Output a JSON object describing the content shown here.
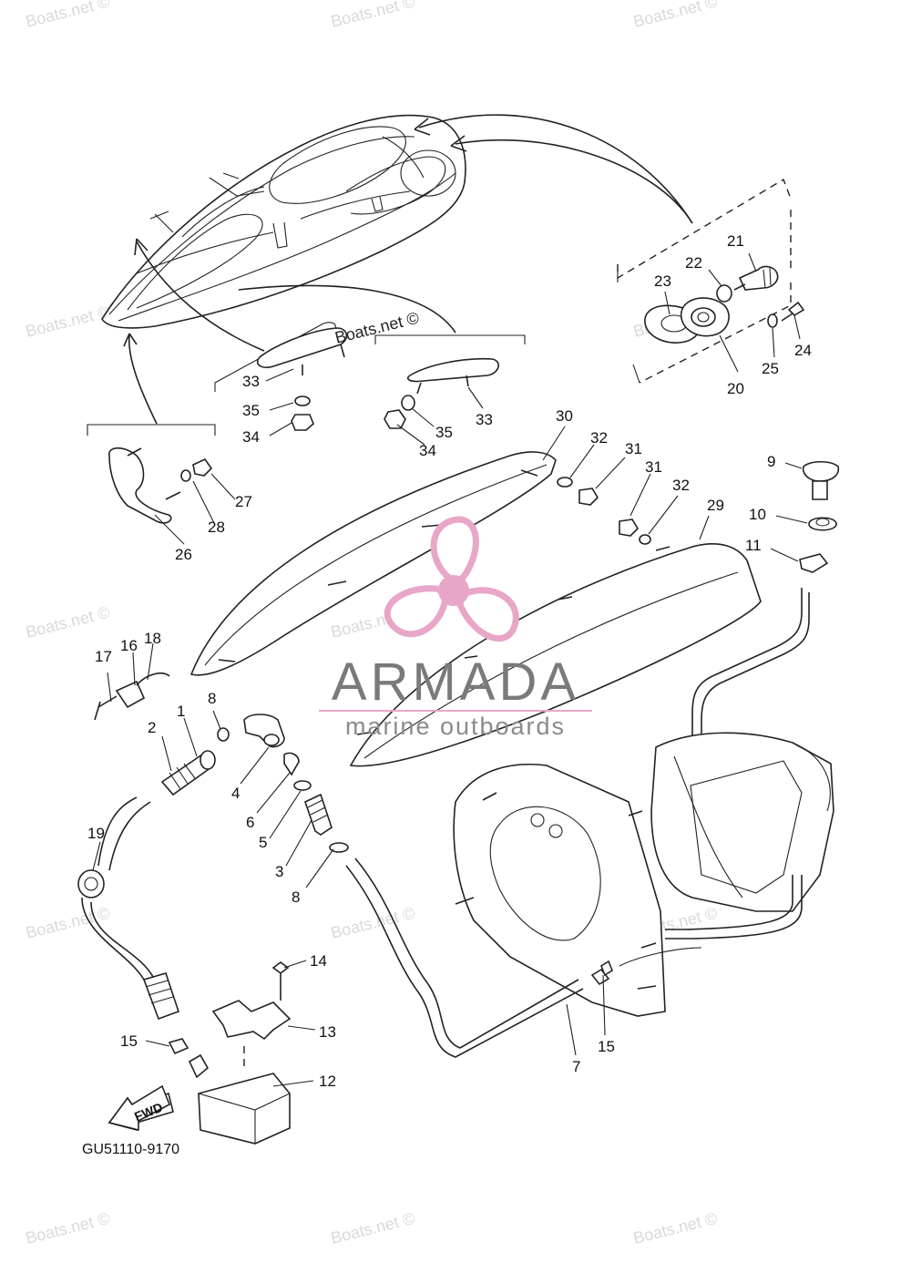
{
  "watermarks": [
    "Boats.net ©"
  ],
  "stamp_watermark": "Boats.net ©",
  "logo": {
    "name": "ARMADA",
    "tagline": "marine outboards",
    "color": "#e8a6c9"
  },
  "forward_arrow": "FWD",
  "figure_code": "GU51110-9170",
  "callouts": [
    "1",
    "2",
    "3",
    "4",
    "5",
    "6",
    "7",
    "8",
    "8",
    "9",
    "10",
    "11",
    "12",
    "13",
    "14",
    "15",
    "15",
    "16",
    "17",
    "18",
    "19",
    "20",
    "21",
    "22",
    "23",
    "24",
    "25",
    "26",
    "27",
    "28",
    "29",
    "30",
    "31",
    "31",
    "32",
    "32",
    "33",
    "33",
    "34",
    "34",
    "35",
    "35"
  ]
}
